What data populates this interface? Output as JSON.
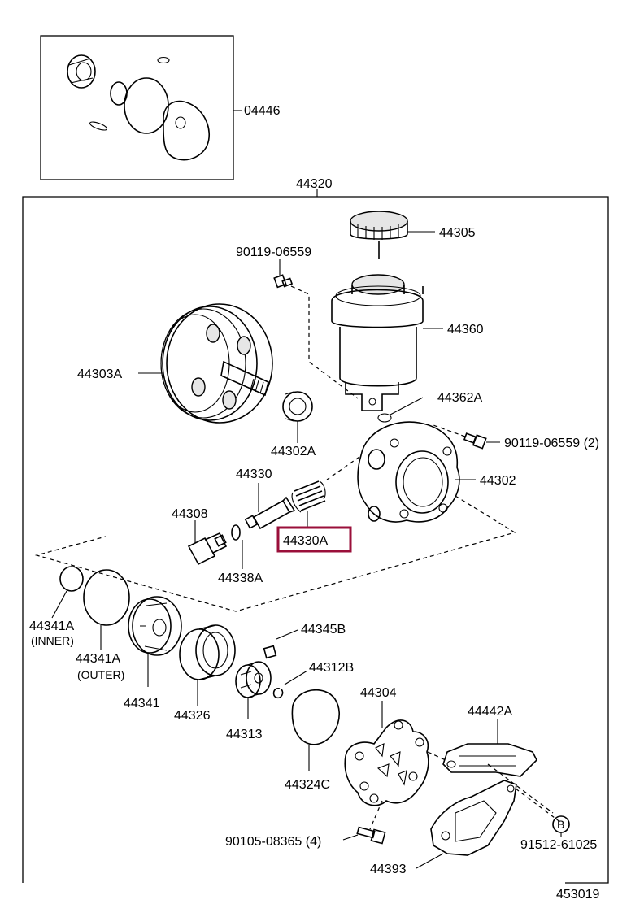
{
  "diagram": {
    "labels": {
      "kit": "04446",
      "assembly": "44320",
      "cap": "44305",
      "bolt_reservoir": "90119-06559",
      "reservoir": "44360",
      "pulley": "44303A",
      "bracket_seal": "44362A",
      "bolt_right": "90119-06559 (2)",
      "bearing": "44302A",
      "valve": "44330",
      "housing": "44302",
      "fitting": "44308",
      "spring_highlight": "44330A",
      "oring_small": "44338A",
      "oring_inner": "44341A",
      "oring_inner_note": "(INNER)",
      "oring_outer": "44341A",
      "oring_outer_note": "(OUTER)",
      "vane": "44345B",
      "side_plate": "44341",
      "cam_ring": "44326",
      "rotor": "44313",
      "snap_ring": "44312B",
      "gasket": "44324C",
      "rear_housing": "44304",
      "plate_top": "44442A",
      "bolt_bottom": "90105-08365 (4)",
      "bracket_bottom": "44393",
      "circle_mark": "B",
      "bolt_b": "91512-61025",
      "figure_number": "453019"
    },
    "highlight_color": "#9a0f3a"
  }
}
